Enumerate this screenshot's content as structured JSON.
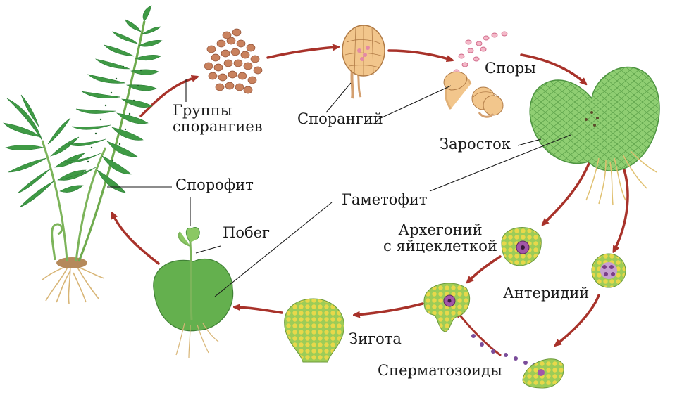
{
  "labels": {
    "sporangia_groups_line1": "Группы",
    "sporangia_groups_line2": "спорангиев",
    "sporangium": "Спорангий",
    "spores": "Споры",
    "prothallus": "Заросток",
    "sporophyte": "Спорофит",
    "gametophyte": "Гаметофит",
    "shoot": "Побег",
    "archegonium_line1": "Архегоний",
    "archegonium_line2": "с яйцеклеткой",
    "antheridium": "Антеридий",
    "zygote": "Зигота",
    "spermatozoids": "Сперматозоиды"
  },
  "colors": {
    "arrow": "#a8322a",
    "fern_leaf": "#3f9a45",
    "fern_leaf_dark": "#2c7d36",
    "stem": "#7cb45a",
    "prothallus": "#86c96c",
    "cell_yellow": "#e8d84a",
    "cell_green": "#9ccc58",
    "sporangia": "#c9825e",
    "egg_purple": "#a256a8",
    "spore_pink": "#e48aa6",
    "roots": "#d8b576"
  }
}
